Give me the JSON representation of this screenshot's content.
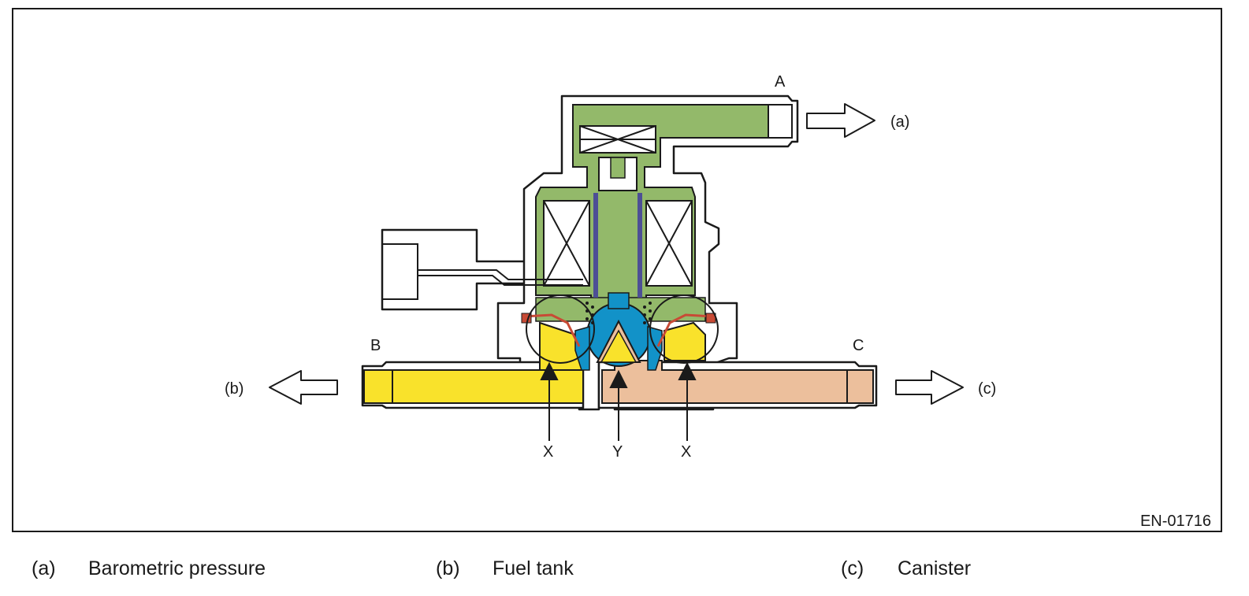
{
  "diagram": {
    "port_labels": {
      "A": "A",
      "B": "B",
      "C": "C"
    },
    "arrow_labels": {
      "a": "(a)",
      "b": "(b)",
      "c": "(c)"
    },
    "part_labels": {
      "x_left": "X",
      "y": "Y",
      "x_right": "X"
    },
    "figure_code": "EN-01716",
    "colors": {
      "barometric_chamber": "#93b96a",
      "fuel_tank_chamber": "#f9e22b",
      "canister_chamber": "#ecbf9c",
      "valve_plunger": "#1292c8",
      "pipe_inner": "#4d4f95",
      "diaphragm": "#c84a35",
      "outline": "#1a1a1a"
    }
  },
  "legend": [
    {
      "key": "(a)",
      "text": "Barometric pressure"
    },
    {
      "key": "(b)",
      "text": "Fuel tank"
    },
    {
      "key": "(c)",
      "text": "Canister"
    }
  ]
}
